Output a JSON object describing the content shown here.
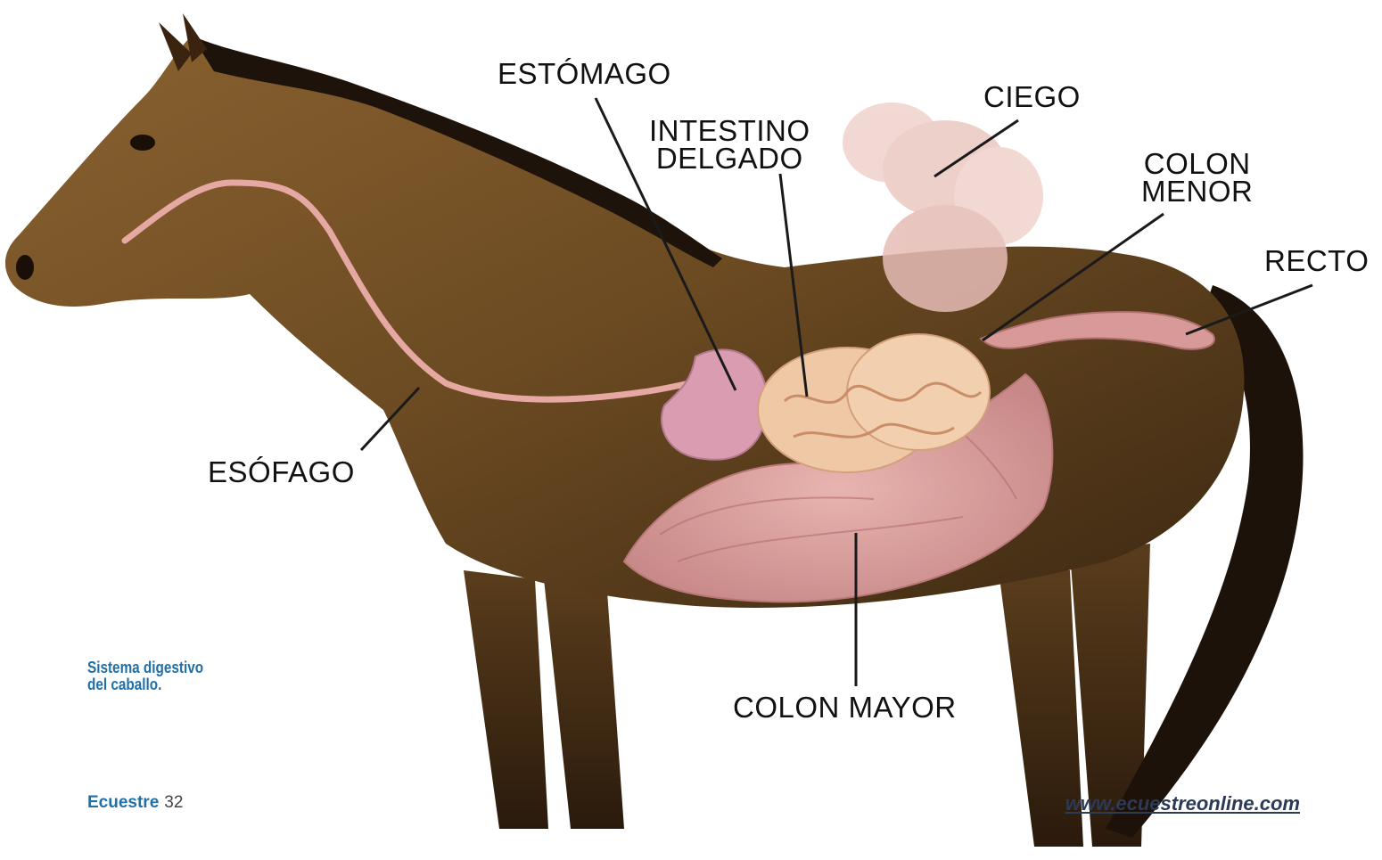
{
  "labels": {
    "estomago": "ESTÓMAGO",
    "ciego": "CIEGO",
    "intestino_delgado": [
      "INTESTINO",
      "DELGADO"
    ],
    "colon_menor": [
      "COLON",
      "MENOR"
    ],
    "recto": "RECTO",
    "esofago": "ESÓFAGO",
    "colon_mayor": "COLON MAYOR"
  },
  "caption": [
    "Sistema digestivo",
    "del caballo."
  ],
  "footer": {
    "magazine": "Ecuestre",
    "page": "32",
    "url": "www.ecuestreonline.com"
  },
  "colors": {
    "horse_coat": "#6b4a22",
    "horse_dark": "#2a1a0c",
    "organ_pink": "#d99c9c",
    "small_intestine": "#efc8a6",
    "caption_blue": "#1f6fa8"
  }
}
